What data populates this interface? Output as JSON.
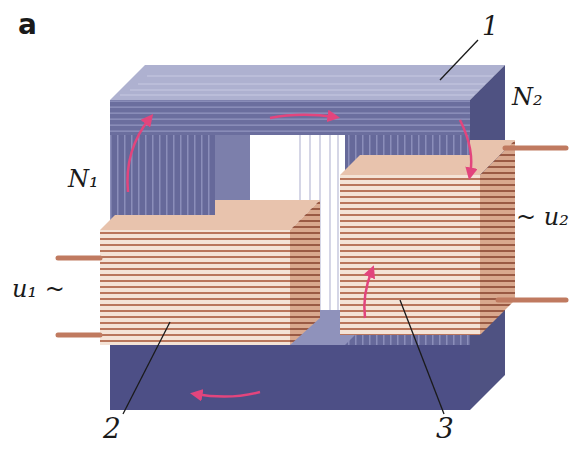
{
  "diagram": {
    "labels": [
      "а",
      "1",
      "N₁",
      "N₂",
      "u₁ ~",
      "~ u₂",
      "2",
      "3"
    ]
  }
}
